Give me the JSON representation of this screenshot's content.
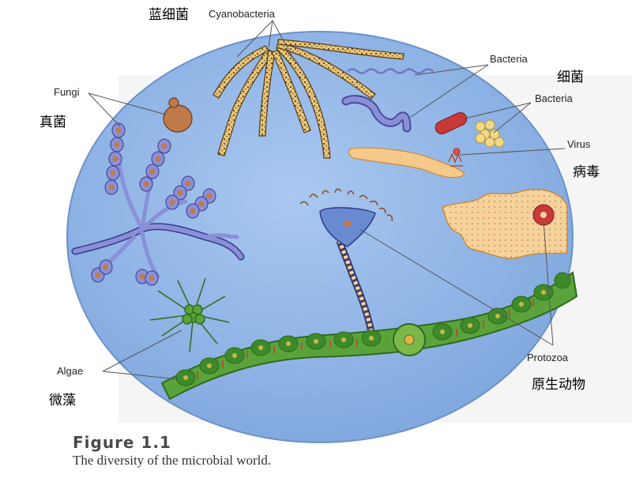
{
  "labels": {
    "cyanobacteria_en": "Cyanobacteria",
    "cyanobacteria_zh": "蓝细菌",
    "bacteria_top_en": "Bacteria",
    "bacteria_zh": "细菌",
    "bacteria_mid_en": "Bacteria",
    "virus_en": "Virus",
    "virus_zh": "病毒",
    "fungi_en": "Fungi",
    "fungi_zh": "真菌",
    "protozoa_en": "Protozoa",
    "protozoa_zh": "原生动物",
    "algae_en": "Algae",
    "algae_zh": "微藻"
  },
  "figure": {
    "title": "Figure 1.1",
    "caption": "The diversity of the microbial world."
  },
  "colors": {
    "circle_fill": "#8eb4e6",
    "circle_stroke": "#6b92c8",
    "cyano_fill": "#e8c77a",
    "cyano_dots": "#3a2a10",
    "fungi_purple": "#8a90d8",
    "fungi_spore": "#c07a4a",
    "bacteria_red": "#c83a3a",
    "coccus_yellow": "#f2d98a",
    "protozoa_tan": "#f4d39a",
    "alga_green": "#5aa33a",
    "alga_dark": "#2e6a1e",
    "pointer_line": "#555555"
  }
}
